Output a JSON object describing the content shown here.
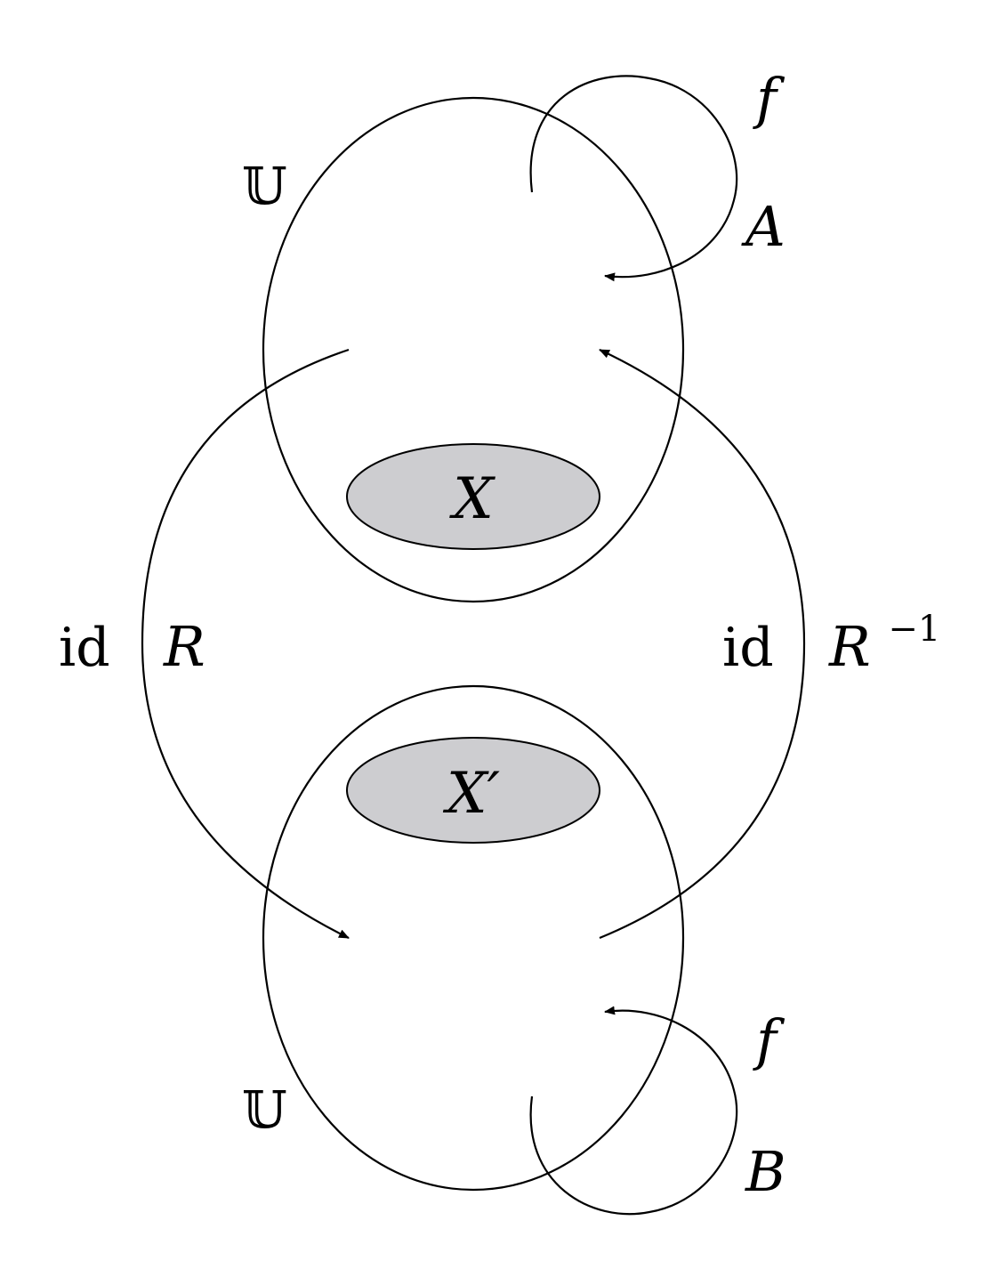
{
  "diagram": {
    "colors": {
      "stroke": "#000000",
      "blob_fill": "#cdcdd0",
      "background": "#ffffff"
    },
    "top_universe": {
      "label": "𝕌",
      "subset_label": "X",
      "loop_map": "f",
      "loop_set": "A"
    },
    "bottom_universe": {
      "label": "𝕌",
      "subset_label": "X′",
      "loop_map": "f",
      "loop_set": "B"
    },
    "left_arrow": {
      "id_label": "id",
      "map_label": "R"
    },
    "right_arrow": {
      "id_label": "id",
      "map_label": "R",
      "map_superscript": "−1"
    }
  }
}
